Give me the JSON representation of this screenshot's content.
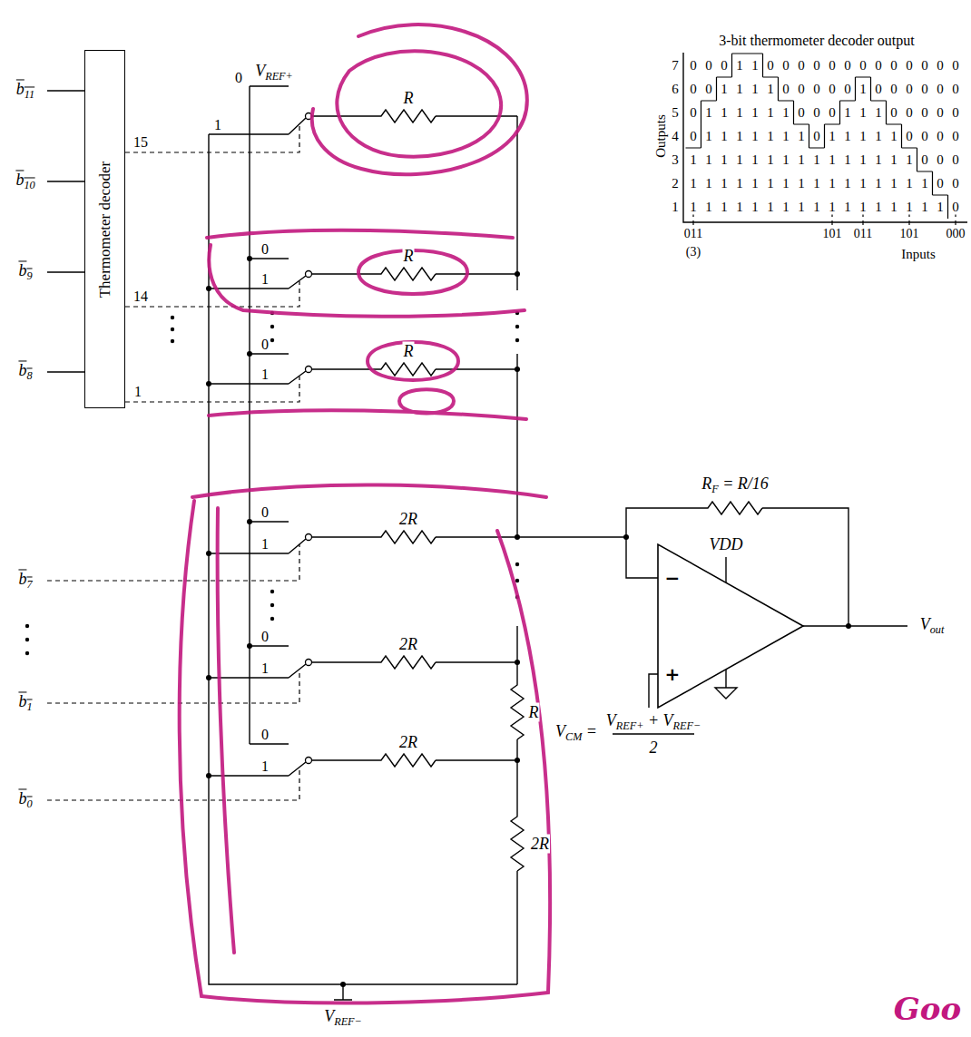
{
  "diagram": {
    "nodes": [
      {
        "text": [
          "Thermometer decoder"
        ]
      },
      {
        "text": [
          "−",
          "+"
        ]
      }
    ],
    "labels": [
      "VREF+",
      "0",
      "1",
      "b11",
      "b10",
      "b9",
      "b8",
      "15",
      "14",
      "1",
      "0",
      "1",
      "0",
      "1",
      "R",
      "R",
      "R",
      "2R",
      "2R",
      "2R",
      "b7",
      "b1",
      "b0",
      "0",
      "1",
      "0",
      "1",
      "0",
      "1",
      "R",
      "2R",
      "RF = R/16",
      "VDD",
      "Vout",
      "VCM =",
      "VREF+ + VREF−",
      "2",
      "VREF−",
      "3-bit thermometer decoder output",
      "7",
      "0",
      "0",
      "0",
      "1",
      "1",
      "0",
      "0",
      "0",
      "0",
      "0",
      "0",
      "0",
      "0",
      "0",
      "0",
      "0",
      "0",
      "0",
      "6",
      "0",
      "0",
      "1",
      "1",
      "1",
      "1",
      "0",
      "0",
      "0",
      "0",
      "0",
      "1",
      "0",
      "0",
      "0",
      "0",
      "0",
      "0",
      "5",
      "0",
      "1",
      "1",
      "1",
      "1",
      "1",
      "1",
      "0",
      "0",
      "0",
      "1",
      "1",
      "1",
      "0",
      "0",
      "0",
      "0",
      "0",
      "4",
      "0",
      "1",
      "1",
      "1",
      "1",
      "1",
      "1",
      "1",
      "0",
      "1",
      "1",
      "1",
      "1",
      "1",
      "0",
      "0",
      "0",
      "0",
      "3",
      "1",
      "1",
      "1",
      "1",
      "1",
      "1",
      "1",
      "1",
      "1",
      "1",
      "1",
      "1",
      "1",
      "1",
      "1",
      "0",
      "0",
      "0",
      "2",
      "1",
      "1",
      "1",
      "1",
      "1",
      "1",
      "1",
      "1",
      "1",
      "1",
      "1",
      "1",
      "1",
      "1",
      "1",
      "1",
      "0",
      "0",
      "1",
      "1",
      "1",
      "1",
      "1",
      "1",
      "1",
      "1",
      "1",
      "1",
      "1",
      "1",
      "1",
      "1",
      "1",
      "1",
      "1",
      "1",
      "0",
      "Outputs",
      "011",
      "(3)",
      "101",
      "011",
      "101",
      "000",
      "Inputs",
      "Goo"
    ]
  }
}
